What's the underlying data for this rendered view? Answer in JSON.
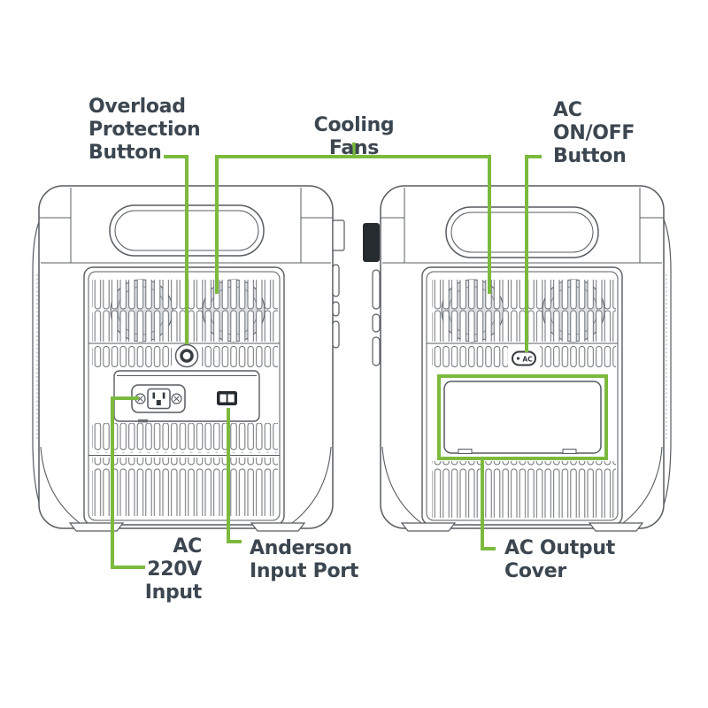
{
  "diagram": {
    "labels": {
      "overload_protection": "Overload\nProtection\nButton",
      "cooling_fans": "Cooling Fans",
      "ac_on_off": "AC\nON/OFF\nButton",
      "ac_220v_input": "AC 220V\nInput",
      "anderson_input_port": "Anderson\nInput Port",
      "ac_output_cover": "AC Output\nCover"
    },
    "device_markings": {
      "ac_button": "AC"
    },
    "colors": {
      "outline": "#575c62",
      "callout_green": "#7cba3d",
      "label_text": "#3c4650",
      "fan_fill": "#dcdfe2",
      "dark_part": "#262b30"
    }
  }
}
